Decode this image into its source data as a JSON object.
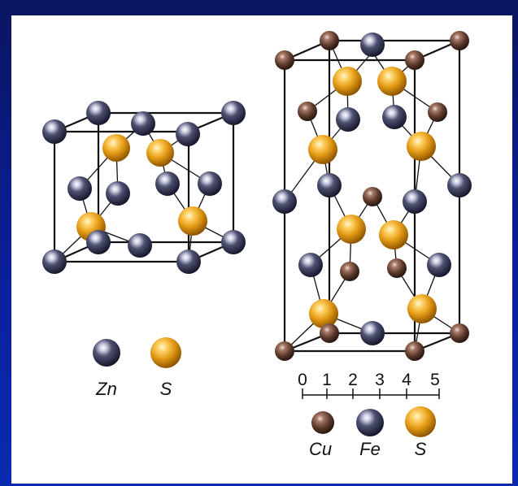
{
  "legend_left": {
    "items": [
      {
        "label": "Zn",
        "color": "#3b3d55"
      },
      {
        "label": "S",
        "color": "#e39a14"
      }
    ]
  },
  "legend_right": {
    "items": [
      {
        "label": "Cu",
        "color": "#6b4637"
      },
      {
        "label": "Fe",
        "color": "#3b3d55"
      },
      {
        "label": "S",
        "color": "#e39a14"
      }
    ]
  },
  "scale": {
    "ticks": [
      "0",
      "1",
      "2",
      "3",
      "4",
      "5"
    ]
  }
}
